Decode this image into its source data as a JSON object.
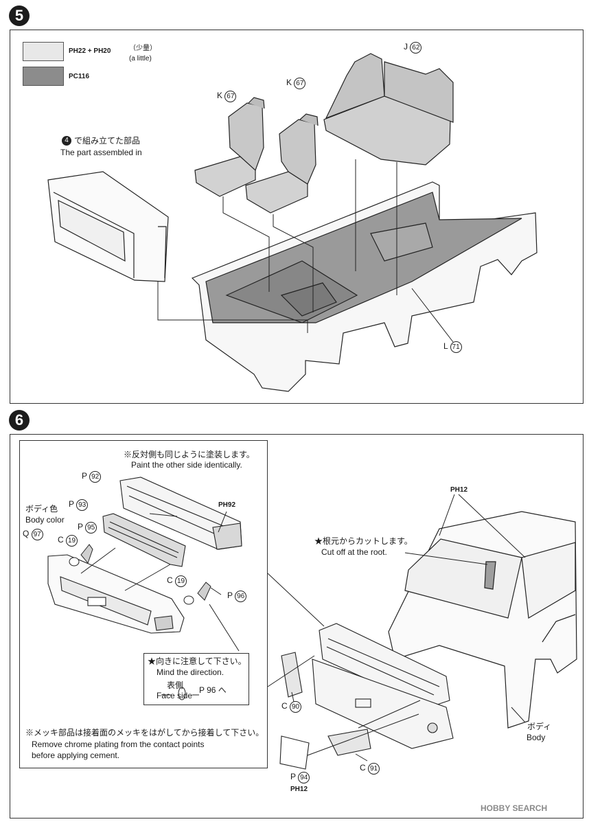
{
  "step5": {
    "number": "5",
    "paint_legend": [
      {
        "code": "PH22 + PH20",
        "note_jp": "（少量）",
        "note_en": "(a little)",
        "color": "#e6e6e6"
      },
      {
        "code": "PC116",
        "note_jp": "",
        "note_en": "",
        "color": "#8c8c8c"
      }
    ],
    "assembled_jp": "で組み立てた部品",
    "assembled_en": "The part assembled in",
    "assembled_step": "4",
    "parts": {
      "k1": {
        "letter": "K",
        "num": "67"
      },
      "k2": {
        "letter": "K",
        "num": "67"
      },
      "j": {
        "letter": "J",
        "num": "62"
      },
      "l": {
        "letter": "L",
        "num": "71"
      }
    }
  },
  "step6": {
    "number": "6",
    "paint_other_jp": "※反対側も同じように塗装します。",
    "paint_other_en": "Paint the other side identically.",
    "body_color_jp": "ボディ色",
    "body_color_en": "Body color",
    "cut_root_jp": "★根元からカットします。",
    "cut_root_en": "Cut off at the root.",
    "mind_direction_jp": "★向きに注意して下さい。",
    "mind_direction_en": "Mind the direction.",
    "face_side_jp": "表側",
    "face_side_en": "Face side",
    "face_side_target": "P 96 へ",
    "chrome_note_jp": "※メッキ部品は接着面のメッキをはがしてから接着して下さい。",
    "chrome_note_en_1": "Remove chrome plating from the contact points",
    "chrome_note_en_2": "before applying cement.",
    "body_label_jp": "ボディ",
    "body_label_en": "Body",
    "parts": {
      "p92": {
        "letter": "P",
        "num": "92"
      },
      "p93": {
        "letter": "P",
        "num": "93"
      },
      "p95": {
        "letter": "P",
        "num": "95"
      },
      "q97": {
        "letter": "Q",
        "num": "97"
      },
      "c19a": {
        "letter": "C",
        "num": "19"
      },
      "c19b": {
        "letter": "C",
        "num": "19"
      },
      "p96": {
        "letter": "P",
        "num": "96"
      },
      "c90": {
        "letter": "C",
        "num": "90"
      },
      "c91": {
        "letter": "C",
        "num": "91"
      },
      "p94": {
        "letter": "P",
        "num": "94"
      }
    },
    "paint_ph92": "PH92",
    "paint_ph12_top": "PH12",
    "paint_ph12_bottom": "PH12"
  },
  "watermark": "HOBBY SEARCH"
}
